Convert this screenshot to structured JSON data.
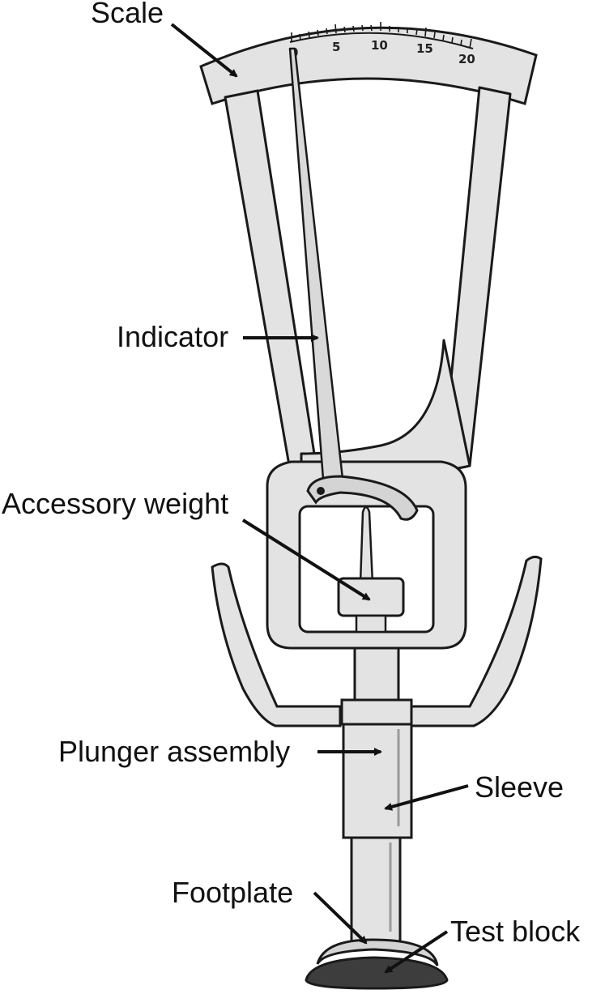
{
  "diagram": {
    "labels": {
      "scale": "Scale",
      "indicator": "Indicator",
      "accessory_weight": "Accessory weight",
      "plunger_assembly": "Plunger assembly",
      "sleeve": "Sleeve",
      "footplate": "Footplate",
      "test_block": "Test block"
    },
    "scale_ticks": [
      "0",
      "5",
      "10",
      "15",
      "20"
    ]
  },
  "colors": {
    "line": "#1a1a1a",
    "metal_fill": "#e3e3e3",
    "metal_shade": "#cfcfcf",
    "test_block": "#3d3d3d"
  }
}
